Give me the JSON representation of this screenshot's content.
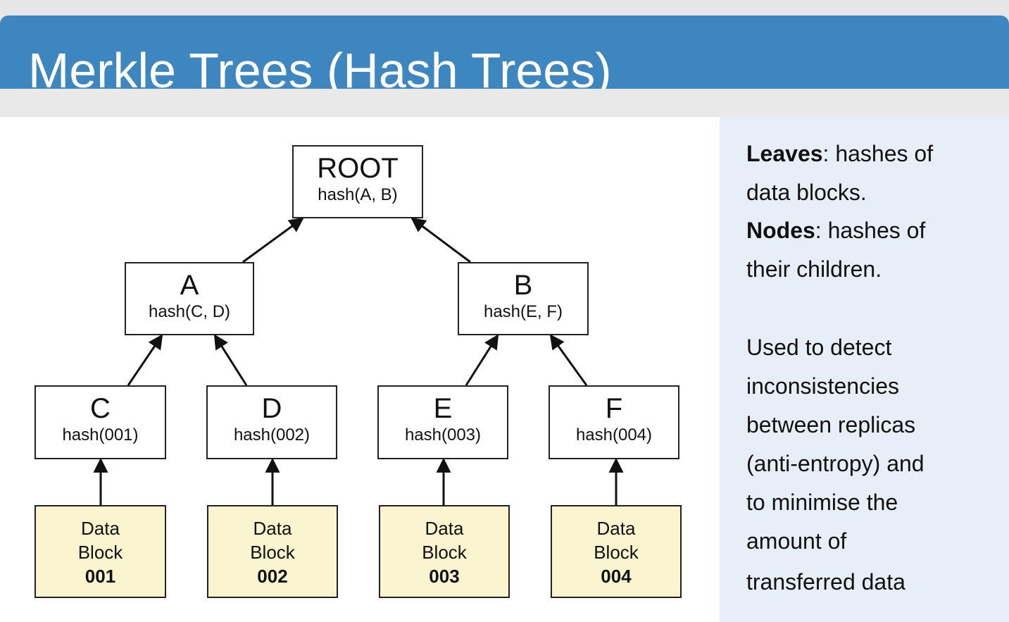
{
  "title": "Merkle Trees (Hash Trees)",
  "nodes": {
    "root": {
      "label": "ROOT",
      "hash": "hash(A, B)"
    },
    "a": {
      "label": "A",
      "hash": "hash(C, D)"
    },
    "b": {
      "label": "B",
      "hash": "hash(E, F)"
    },
    "c": {
      "label": "C",
      "hash": "hash(001)"
    },
    "d": {
      "label": "D",
      "hash": "hash(002)"
    },
    "e": {
      "label": "E",
      "hash": "hash(003)"
    },
    "f": {
      "label": "F",
      "hash": "hash(004)"
    }
  },
  "blocks": [
    {
      "line1": "Data",
      "line2": "Block",
      "number": "001"
    },
    {
      "line1": "Data",
      "line2": "Block",
      "number": "002"
    },
    {
      "line1": "Data",
      "line2": "Block",
      "number": "003"
    },
    {
      "line1": "Data",
      "line2": "Block",
      "number": "004"
    }
  ],
  "sidebar": {
    "leaves_term": "Leaves",
    "leaves_desc_1": ": hashes of",
    "leaves_desc_2": "data blocks.",
    "nodes_term": "Nodes",
    "nodes_desc_1": ": hashes of",
    "nodes_desc_2": "their children.",
    "usage_lines": [
      "Used to detect",
      "inconsistencies",
      "between replicas",
      "(anti-entropy) and",
      "to minimise the",
      "amount of",
      "transferred data"
    ]
  },
  "colors": {
    "title_bar": "#3e86c0",
    "block_fill": "#fbf5cf",
    "side_panel": "#e8eef7"
  }
}
